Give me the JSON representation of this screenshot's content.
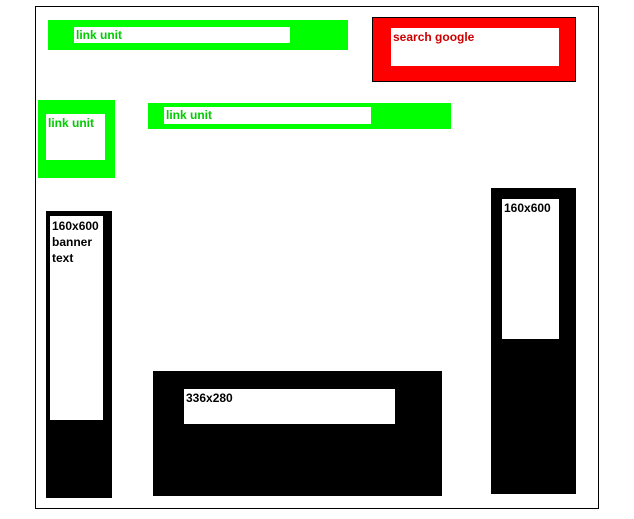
{
  "colors": {
    "link_unit": "#00ff00",
    "link_unit_text": "#00cc00",
    "search": "#ff0000",
    "search_text": "#cc0000",
    "banner": "#000000",
    "banner_text": "#000000",
    "frame": "#000000",
    "background": "#ffffff"
  },
  "top_link_unit": {
    "label": "link unit"
  },
  "search_box": {
    "label": "search google"
  },
  "left_link_unit": {
    "label": "link unit"
  },
  "middle_link_unit": {
    "label": "link unit"
  },
  "left_banner": {
    "label": "160x600 banner text"
  },
  "right_banner": {
    "label": "160x600"
  },
  "center_banner": {
    "label": "336x280"
  }
}
